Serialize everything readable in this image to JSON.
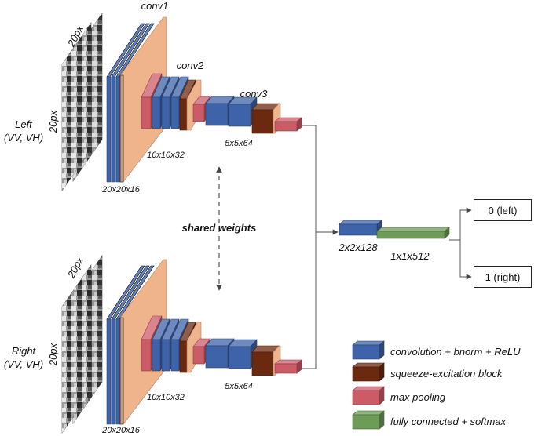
{
  "colors": {
    "conv": "#3f63a8",
    "squeeze": "#6b2a10",
    "pool": "#cc5b68",
    "fc": "#6c9c55",
    "input_plane": "#f0b48c",
    "line": "#555555"
  },
  "branches": {
    "left": {
      "name": "Left",
      "channels": "(VV, VH)"
    },
    "right": {
      "name": "Right",
      "channels": "(VV, VH)"
    }
  },
  "input_size": {
    "width_label": "20px",
    "height_label": "20px"
  },
  "stages": {
    "conv1": {
      "title": "conv1",
      "shape": "20x20x16"
    },
    "conv2": {
      "title": "conv2",
      "shape": "10x10x32"
    },
    "conv3": {
      "title": "conv3",
      "shape": "5x5x64"
    }
  },
  "shared_weights": "shared weights",
  "head": {
    "merge_shape": "2x2x128",
    "fc_shape": "1x1x512"
  },
  "outputs": [
    {
      "label": "0 (left)"
    },
    {
      "label": "1 (right)"
    }
  ],
  "legend": [
    {
      "key": "conv",
      "label": "convolution + bnorm + ReLU"
    },
    {
      "key": "squeeze",
      "label": "squeeze-excitation block"
    },
    {
      "key": "pool",
      "label": "max pooling"
    },
    {
      "key": "fc",
      "label": "fully connected + softmax"
    }
  ]
}
